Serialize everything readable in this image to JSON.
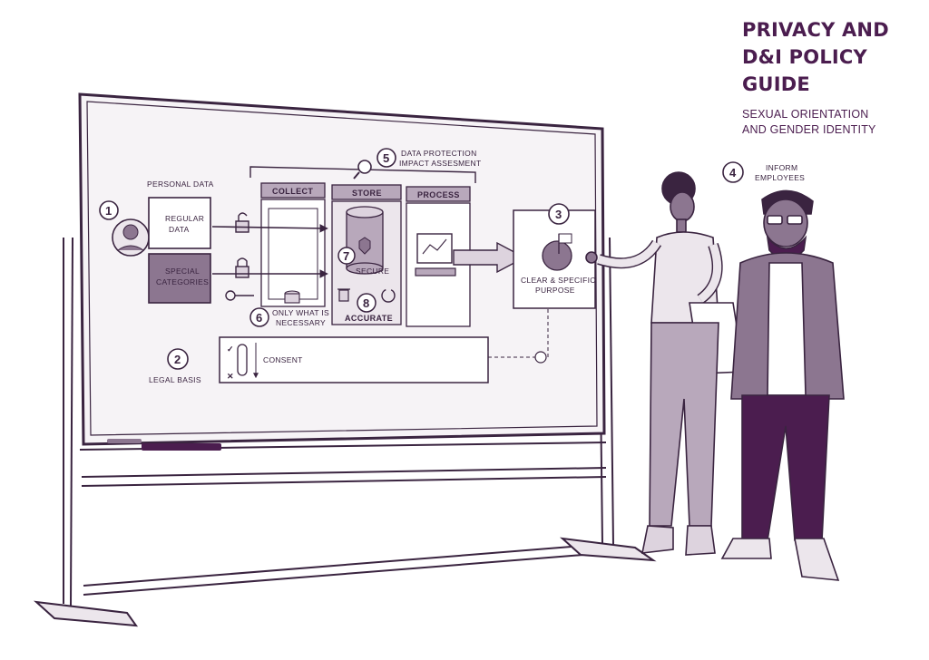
{
  "title": {
    "lines": [
      "PRIVACY AND",
      "D&I POLICY",
      "GUIDE"
    ],
    "subtitle_lines": [
      "SEXUAL ORIENTATION",
      "AND GENDER IDENTITY"
    ]
  },
  "board": {
    "personal_data_label": "PERSONAL DATA",
    "regular_data": [
      "REGULAR",
      "DATA"
    ],
    "special_categories": [
      "SPECIAL",
      "CATEGORIES"
    ],
    "stages": [
      "COLLECT",
      "STORE",
      "PROCESS"
    ],
    "dpia": [
      "DATA PROTECTION",
      "IMPACT ASSESMENT"
    ],
    "secure_label": "SECURE",
    "only_what_is_necessary": [
      "ONLY WHAT IS",
      "NECESSARY"
    ],
    "accurate_label": "ACCURATE",
    "clear_specific_purpose": [
      "CLEAR & SPECIFIC",
      "PURPOSE"
    ],
    "legal_basis_label": "LEGAL BASIS",
    "consent_label": "CONSENT",
    "inform_employees": [
      "INFORM",
      "EMPLOYEES"
    ],
    "numbers": [
      "1",
      "2",
      "3",
      "4",
      "5",
      "6",
      "7",
      "8"
    ],
    "check_mark": "✓",
    "cross_mark": "✕"
  },
  "colors": {
    "ink": "#3a2440",
    "title": "#4b1d4f",
    "purple_fill": "#8c7690",
    "light_fill": "#ddd3de",
    "mid_fill": "#b8a8bb",
    "board_bg": "#f6f3f6"
  }
}
